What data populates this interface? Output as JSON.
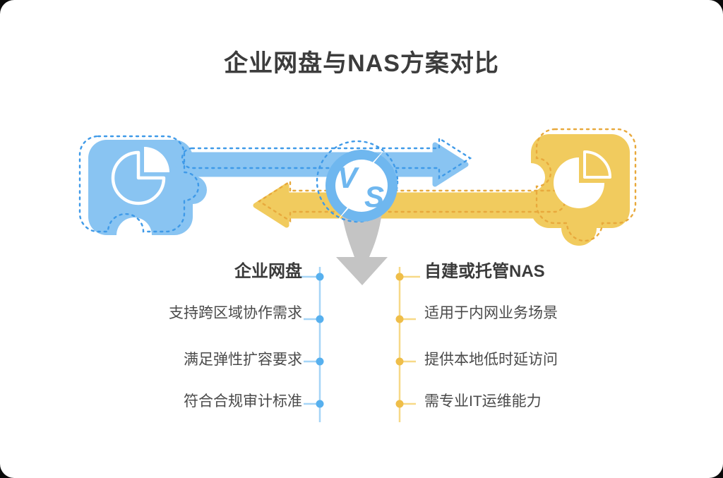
{
  "title": "企业网盘与NAS方案对比",
  "vs_badge": {
    "v": "V",
    "s": "S"
  },
  "columns": {
    "left": {
      "header": "企业网盘",
      "items": [
        "支持跨区域协作需求",
        "满足弹性扩容要求",
        "符合合规审计标准"
      ]
    },
    "right": {
      "header": "自建或托管NAS",
      "items": [
        "适用于内网业务场景",
        "提供本地低时延访问",
        "需专业IT运维能力"
      ]
    }
  },
  "icons": {
    "left_shape": "puzzle-piece-icon",
    "right_shape": "puzzle-piece-icon",
    "left_chart": "pie-chart-icon",
    "right_chart": "pie-chart-icon",
    "center": "vs-lightning-badge",
    "flow_down": "down-arrow-icon",
    "flow_right": "right-arrow-icon",
    "flow_left": "left-arrow-icon"
  },
  "colors": {
    "blue_fill": "#89C4F2",
    "blue_outline": "#3F9AE8",
    "blue_line": "#A6D5F7",
    "blue_dot": "#57B0EE",
    "yellow_fill": "#F1CB5E",
    "yellow_outline": "#E8A93C",
    "yellow_line": "#F7D987",
    "yellow_dot": "#EFBE49",
    "gray_arrow": "#C4C4C4",
    "title_text": "#3C3C3C",
    "body_text": "#4A4A4A",
    "card_bg": "#FFFFFF"
  }
}
